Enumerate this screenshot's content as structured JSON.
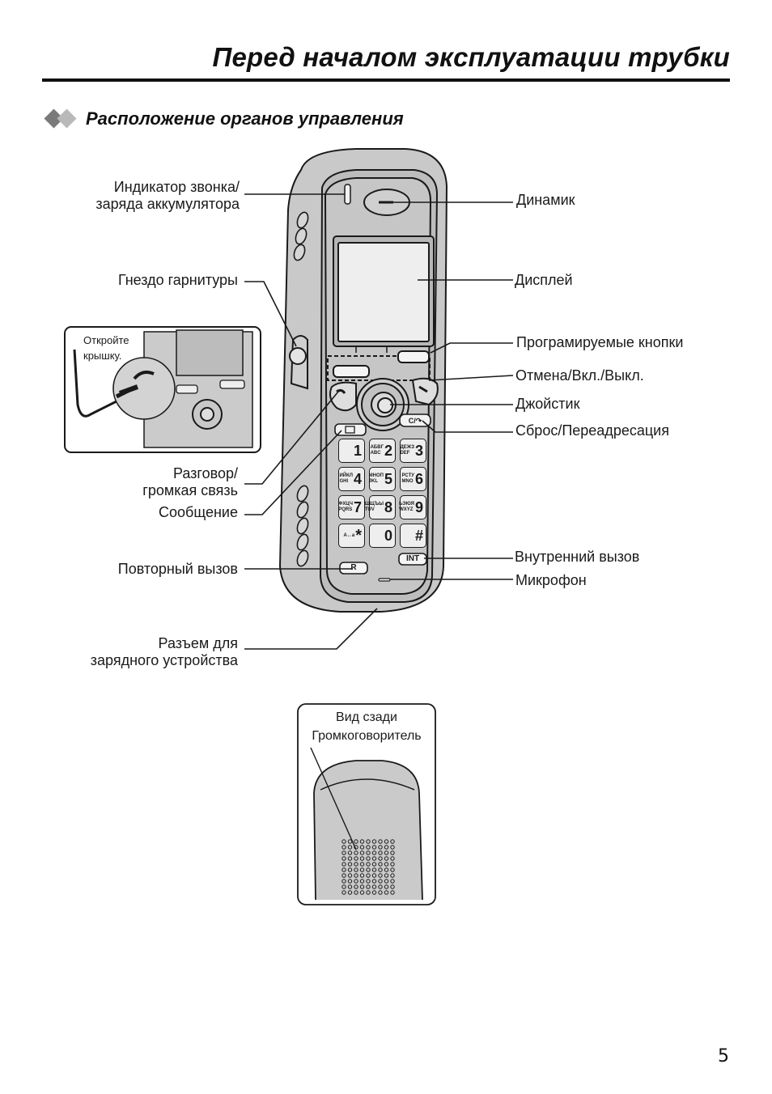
{
  "header": {
    "title": "Перед началом эксплуатации трубки"
  },
  "section": {
    "icon": "double-diamond-icon",
    "title": "Расположение органов управления"
  },
  "callouts_left": {
    "ringer_indicator_line1": "Индикатор звонка/",
    "ringer_indicator_line2": "заряда аккумулятора",
    "headset_jack": "Гнездо гарнитуры",
    "talk_line1": "Разговор/",
    "talk_line2": "громкая связь",
    "message": "Сообщение",
    "redial": "Повторный вызов",
    "charger_line1": "Разъем для",
    "charger_line2": "зарядного устройства"
  },
  "callouts_right": {
    "speaker": "Динамик",
    "display": "Дисплей",
    "soft_keys": "Програмируемые кнопки",
    "off": "Отмена/Вкл./Выкл.",
    "joystick": "Джойстик",
    "clear": "Сброс/Переадресация",
    "intercom": "Внутренний вызов",
    "microphone": "Микрофон"
  },
  "inset_headset": {
    "instruction_line1": "Откройте",
    "instruction_line2": "крышку."
  },
  "rear_view": {
    "title": "Вид сзади",
    "speaker_label": "Громкоговоритель"
  },
  "keypad": {
    "keys": [
      {
        "digit": "1",
        "sub1": "",
        "sub2": ""
      },
      {
        "digit": "2",
        "sub1": "АБВГ",
        "sub2": "ABC"
      },
      {
        "digit": "3",
        "sub1": "ДЕЖЗ",
        "sub2": "DEF"
      },
      {
        "digit": "4",
        "sub1": "ИЙКЛ",
        "sub2": "GHI"
      },
      {
        "digit": "5",
        "sub1": "МНОП",
        "sub2": "JKL"
      },
      {
        "digit": "6",
        "sub1": "РСТУ",
        "sub2": "MNO"
      },
      {
        "digit": "7",
        "sub1": "ФХЦЧ",
        "sub2": "PQRS"
      },
      {
        "digit": "8",
        "sub1": "ШЩЪЫ",
        "sub2": "TUV"
      },
      {
        "digit": "9",
        "sub1": "ЬЭЮЯ",
        "sub2": "WXYZ"
      },
      {
        "digit": "*",
        "sub1": "A↔a",
        "sub2": ""
      },
      {
        "digit": "0",
        "sub1": "",
        "sub2": ""
      },
      {
        "digit": "#",
        "sub1": "",
        "sub2": ""
      }
    ],
    "r_key": "R",
    "int_key": "INT",
    "clear_key": "C/↷"
  },
  "footer": {
    "page_number": "5"
  }
}
